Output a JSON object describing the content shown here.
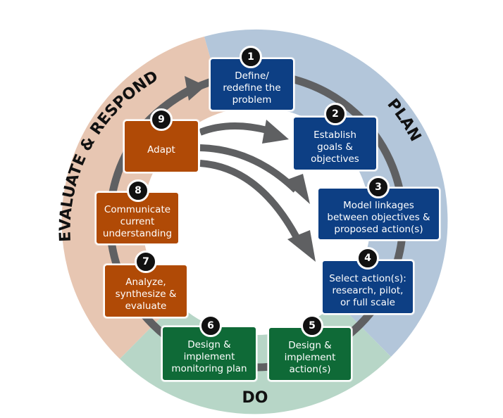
{
  "phases": {
    "plan": {
      "label": "PLAN",
      "color": "#b3c6da"
    },
    "do": {
      "label": "DO",
      "color": "#b7d6c7"
    },
    "evaluate": {
      "label": "EVALUATE & RESPOND",
      "color": "#e7c6b2"
    }
  },
  "colors": {
    "plan_box": "#0d3f84",
    "do_box": "#0f6a37",
    "eval_box": "#b04a06",
    "arrow": "#5f6062",
    "badge": "#111111"
  },
  "steps": [
    {
      "number": "1",
      "label": "Define/\nredefine the\nproblem",
      "phase": "plan"
    },
    {
      "number": "2",
      "label": "Establish\ngoals &\nobjectives",
      "phase": "plan"
    },
    {
      "number": "3",
      "label": "Model linkages\nbetween objectives &\nproposed action(s)",
      "phase": "plan"
    },
    {
      "number": "4",
      "label": "Select action(s):\nresearch, pilot,\nor full scale",
      "phase": "plan"
    },
    {
      "number": "5",
      "label": "Design &\nimplement\naction(s)",
      "phase": "do"
    },
    {
      "number": "6",
      "label": "Design &\nimplement\nmonitoring plan",
      "phase": "do"
    },
    {
      "number": "7",
      "label": "Analyze,\nsynthesize &\nevaluate",
      "phase": "evaluate"
    },
    {
      "number": "8",
      "label": "Communicate\ncurrent\nunderstanding",
      "phase": "evaluate"
    },
    {
      "number": "9",
      "label": "Adapt",
      "phase": "evaluate"
    }
  ]
}
